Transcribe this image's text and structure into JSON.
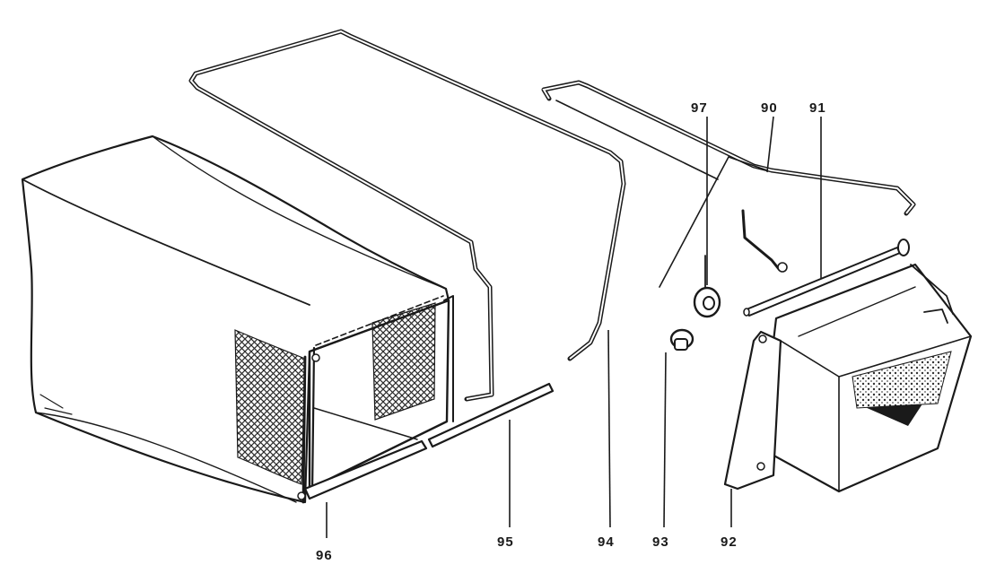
{
  "part_labels": {
    "p90": "90",
    "p91": "91",
    "p92": "92",
    "p93": "93",
    "p94": "94",
    "p95": "95",
    "p96": "96",
    "p97": "97"
  },
  "colors": {
    "ink": "#1a1a1a",
    "paper": "#ffffff"
  }
}
